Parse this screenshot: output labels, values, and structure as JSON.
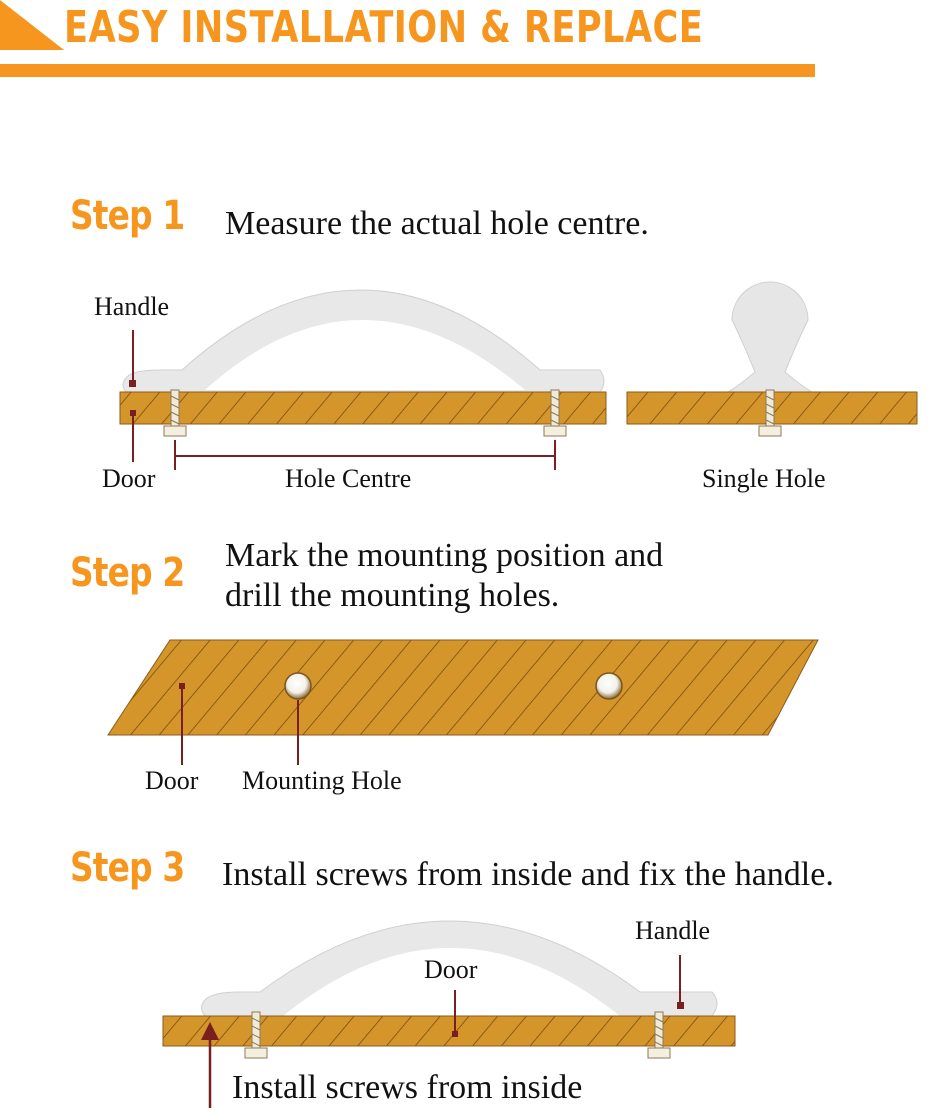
{
  "header": {
    "title": "EASY INSTALLATION & REPLACE"
  },
  "steps": [
    {
      "label": "Step 1",
      "text": "Measure the actual hole centre."
    },
    {
      "label": "Step 2",
      "text_line1": "Mark the mounting position and",
      "text_line2": "drill the mounting holes."
    },
    {
      "label": "Step 3",
      "text": "Install screws from inside and fix the handle."
    }
  ],
  "step1_labels": {
    "handle": "Handle",
    "door": "Door",
    "hole_centre": "Hole Centre",
    "single_hole": "Single Hole"
  },
  "step2_labels": {
    "door": "Door",
    "mounting_hole": "Mounting Hole"
  },
  "step3_labels": {
    "handle": "Handle",
    "door": "Door",
    "install_screws": "Install screws from inside"
  },
  "colors": {
    "accent": "#f7961e",
    "wood": "#d4952a",
    "pointer": "#7a1f1f"
  }
}
